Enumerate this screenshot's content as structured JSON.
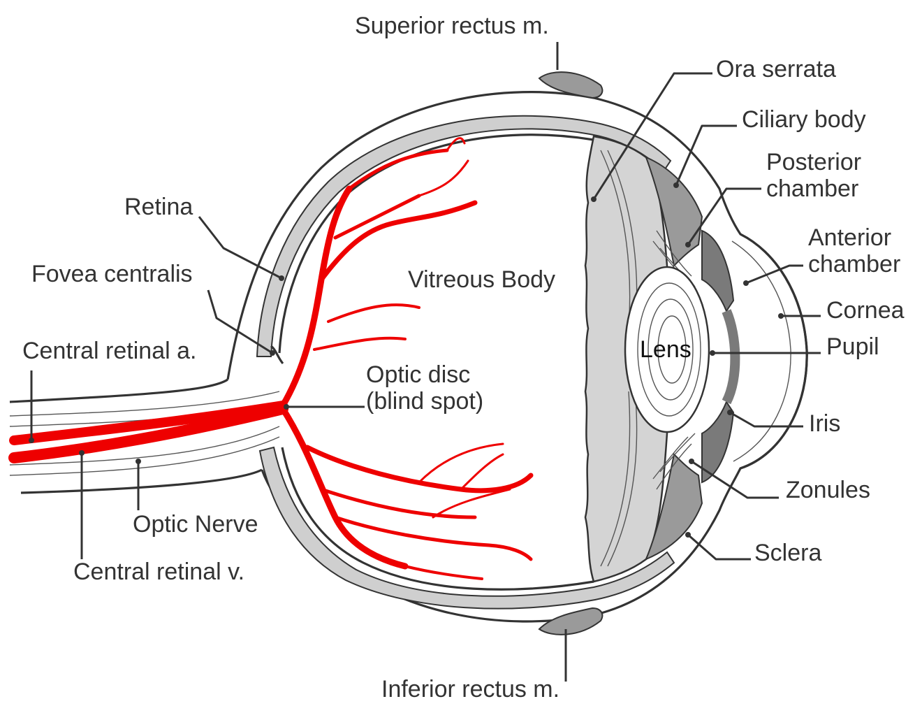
{
  "labels": {
    "superior_rectus": "Superior rectus m.",
    "ora_serrata": "Ora serrata",
    "ciliary_body": "Ciliary body",
    "posterior_chamber": [
      "Posterior",
      "chamber"
    ],
    "anterior_chamber": [
      "Anterior",
      "chamber"
    ],
    "cornea": "Cornea",
    "pupil": "Pupil",
    "iris": "Iris",
    "zonules": "Zonules",
    "sclera": "Sclera",
    "inferior_rectus": "Inferior rectus m.",
    "retina": "Retina",
    "fovea_centralis": "Fovea centralis",
    "central_retinal_artery": "Central retinal a.",
    "optic_nerve": "Optic Nerve",
    "central_retinal_vein": "Central retinal v.",
    "optic_disc": [
      "Optic disc",
      "(blind spot)"
    ],
    "vitreous_body": "Vitreous Body",
    "lens": "Lens"
  },
  "colors": {
    "vessel": "#ee0000",
    "outline": "#333333",
    "tissue_light": "#d6d6d6",
    "tissue_mid": "#b8b8b8",
    "tissue_dark": "#7a7a7a",
    "background": "#ffffff"
  }
}
